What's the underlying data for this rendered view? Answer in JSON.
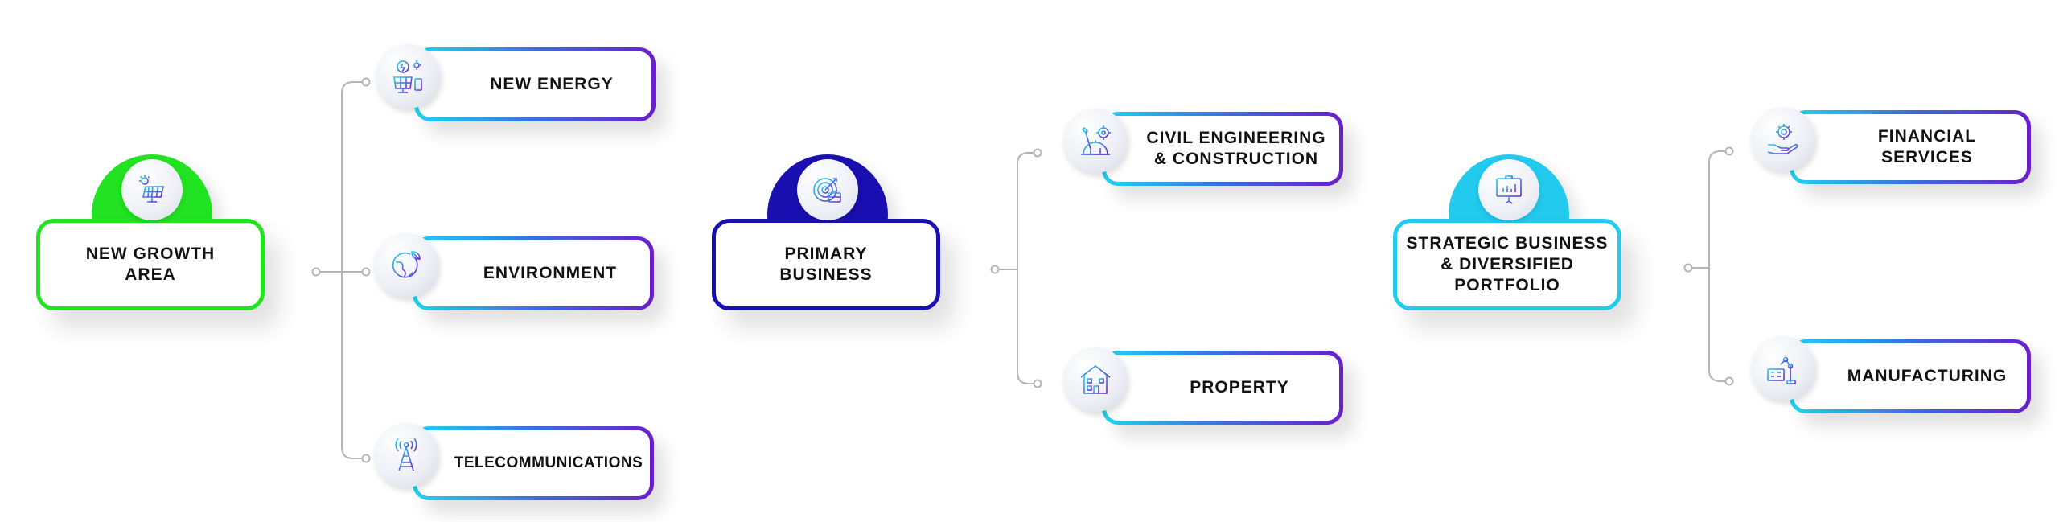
{
  "colors": {
    "green": "#22e322",
    "navy": "#1a0fb0",
    "cyan": "#22cbee",
    "leaf_gradient_start": "#1fd5ef",
    "leaf_gradient_end": "#6a1fc9",
    "connector": "#b5b5b5"
  },
  "groups": [
    {
      "label": "NEW GROWTH\nAREA",
      "icon": "solar-panel-icon",
      "color": "#22e322",
      "children": [
        {
          "label": "NEW ENERGY",
          "icon": "solar-energy-icon"
        },
        {
          "label": "ENVIRONMENT",
          "icon": "globe-leaf-icon"
        },
        {
          "label": "TELECOMMUNICATIONS",
          "icon": "signal-tower-icon"
        }
      ]
    },
    {
      "label": "PRIMARY\nBUSINESS",
      "icon": "briefcase-target-icon",
      "color": "#1a0fb0",
      "children": [
        {
          "label": "CIVIL ENGINEERING\n& CONSTRUCTION",
          "icon": "construction-tools-icon"
        },
        {
          "label": "PROPERTY",
          "icon": "building-icon"
        }
      ]
    },
    {
      "label": "STRATEGIC BUSINESS\n& DIVERSIFIED\nPORTFOLIO",
      "icon": "presentation-board-icon",
      "color": "#22cbee",
      "children": [
        {
          "label": "FINANCIAL\nSERVICES",
          "icon": "hand-gear-icon"
        },
        {
          "label": "MANUFACTURING",
          "icon": "robotic-arm-icon"
        }
      ]
    }
  ]
}
